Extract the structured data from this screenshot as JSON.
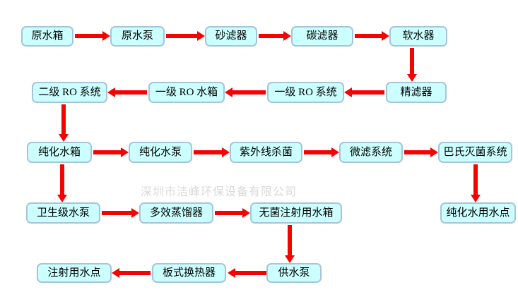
{
  "watermark": {
    "text": "深圳市洁峰环保设备有限公司"
  },
  "nodes": [
    {
      "id": "raw-water-tank",
      "label": "原水箱"
    },
    {
      "id": "raw-water-pump",
      "label": "原水泵"
    },
    {
      "id": "sand-filter",
      "label": "砂滤器"
    },
    {
      "id": "carbon-filter",
      "label": "碳滤器"
    },
    {
      "id": "water-softener",
      "label": "软水器"
    },
    {
      "id": "second-stage-ro-system",
      "label": "二级 RO 系统"
    },
    {
      "id": "first-stage-ro-tank",
      "label": "一级 RO 水箱"
    },
    {
      "id": "first-stage-ro-system",
      "label": "一级 RO 系统"
    },
    {
      "id": "precision-filter",
      "label": "精滤器"
    },
    {
      "id": "purified-water-tank",
      "label": "纯化水箱"
    },
    {
      "id": "purified-water-pump",
      "label": "纯化水泵"
    },
    {
      "id": "uv-sterilizer",
      "label": "紫外线杀菌"
    },
    {
      "id": "microfiltration-system",
      "label": "微滤系统"
    },
    {
      "id": "pasteurization-system",
      "label": "巴氏灭菌系统"
    },
    {
      "id": "sanitary-grade-pump",
      "label": "卫生级水泵"
    },
    {
      "id": "multi-effect-distiller",
      "label": "多效蒸馏器"
    },
    {
      "id": "sterile-injection-water-tank",
      "label": "无菌注射用水箱"
    },
    {
      "id": "purified-water-use-point",
      "label": "纯化水用水点"
    },
    {
      "id": "injection-water-use-point",
      "label": "注射用水点"
    },
    {
      "id": "plate-heat-exchanger",
      "label": "板式换热器"
    },
    {
      "id": "supply-water-pump",
      "label": "供水泵"
    }
  ],
  "edges": [
    {
      "from": "原水箱",
      "to": "原水泵"
    },
    {
      "from": "原水泵",
      "to": "砂滤器"
    },
    {
      "from": "砂滤器",
      "to": "碳滤器"
    },
    {
      "from": "碳滤器",
      "to": "软水器"
    },
    {
      "from": "软水器",
      "to": "精滤器"
    },
    {
      "from": "精滤器",
      "to": "一级 RO 系统"
    },
    {
      "from": "一级 RO 系统",
      "to": "一级 RO 水箱"
    },
    {
      "from": "一级 RO 水箱",
      "to": "二级 RO 系统"
    },
    {
      "from": "二级 RO 系统",
      "to": "纯化水箱"
    },
    {
      "from": "纯化水箱",
      "to": "纯化水泵"
    },
    {
      "from": "纯化水泵",
      "to": "紫外线杀菌"
    },
    {
      "from": "紫外线杀菌",
      "to": "微滤系统"
    },
    {
      "from": "微滤系统",
      "to": "巴氏灭菌系统"
    },
    {
      "from": "巴氏灭菌系统",
      "to": "纯化水用水点"
    },
    {
      "from": "纯化水箱",
      "to": "卫生级水泵"
    },
    {
      "from": "卫生级水泵",
      "to": "多效蒸馏器"
    },
    {
      "from": "多效蒸馏器",
      "to": "无菌注射用水箱"
    },
    {
      "from": "无菌注射用水箱",
      "to": "供水泵"
    },
    {
      "from": "供水泵",
      "to": "板式换热器"
    },
    {
      "from": "板式换热器",
      "to": "注射用水点"
    }
  ],
  "colors": {
    "node_fill": "#ccffff",
    "node_border": "#a6c4da",
    "arrow": "#f30400",
    "watermark": "#d9d9d9",
    "text": "#000000"
  }
}
